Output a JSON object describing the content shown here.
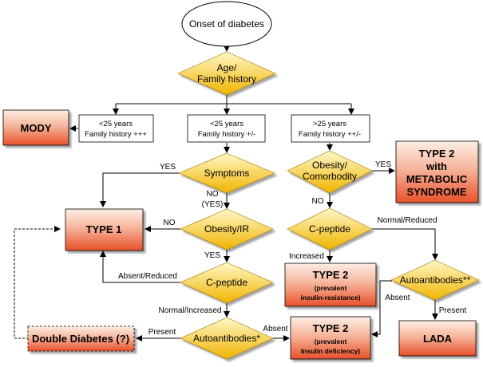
{
  "start": "Onset of diabetes",
  "decisions": {
    "age": [
      "Age/",
      "Family history"
    ],
    "symptoms": "Symptoms",
    "obesity_ir": "Obesity/IR",
    "cpeptide_left": "C-peptide",
    "autoantibodies_bottom": "Autoantibodies*",
    "obesity_comorbidity": [
      "Obesity/",
      "Comorbodity"
    ],
    "cpeptide_right": "C-peptide",
    "autoantibodies_right": "Autoantibodies**"
  },
  "criteria": {
    "under25_plus3": [
      "<25 years",
      "Family history +++"
    ],
    "under25_plusminus": [
      "<25 years",
      "Family history +/-"
    ],
    "over25": [
      ">25 years",
      "Family history ++/-"
    ]
  },
  "outcomes": {
    "mody": "MODY",
    "type1": "TYPE 1",
    "double_diabetes": "Double Diabetes (?)",
    "type2_metabolic": [
      "TYPE 2",
      "with",
      "METABOLIC",
      "SYNDROME"
    ],
    "type2_insulin_resistance": [
      "TYPE 2",
      "(prevalent",
      "insulin-resistance)"
    ],
    "type2_insulin_deficiency": [
      "TYPE 2",
      "(prevalent",
      "Insulin deficiency)"
    ],
    "lada": "LADA"
  },
  "edge_labels": {
    "symptoms_yes": "YES",
    "symptoms_no": "NO",
    "symptoms_no_yes": "(YES)",
    "obesity_no": "NO",
    "obesity_yes": "YES",
    "absent_reduced": "Absent/Reduced",
    "normal_increased": "Normal/Increased",
    "present_left": "Present",
    "absent_bottom": "Absent",
    "comorb_yes": "YES",
    "comorb_no": "NO",
    "normal_reduced": "Normal/Reduced",
    "increased": "Increased",
    "absent_right": "Absent",
    "present_right": "Present"
  },
  "colors": {
    "diamond_light": "#fff8c8",
    "diamond_dark": "#f0b400",
    "box_light": "#fdeee4",
    "box_dark": "#e8502a",
    "line": "#000000"
  }
}
